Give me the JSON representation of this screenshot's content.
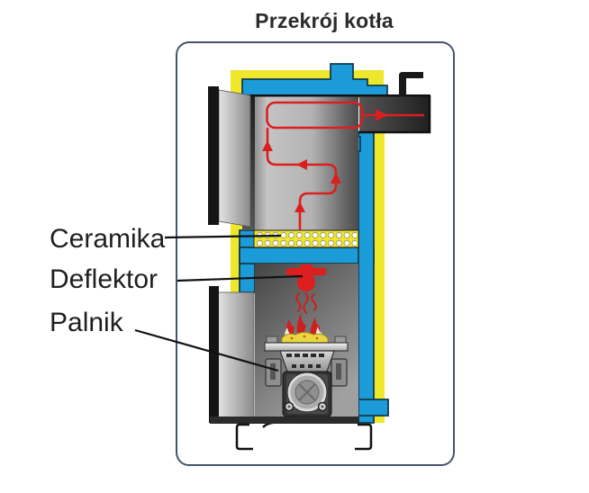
{
  "title": "Przekrój kotła",
  "labels": {
    "ceramic": "Ceramika",
    "deflector": "Deflektor",
    "burner": "Palnik"
  },
  "colors": {
    "water_jacket_blue": "#1B9BD8",
    "insulation_yellow": "#EFE72B",
    "flue_red": "#DC1E1E",
    "flame_red": "#CE1F1F",
    "frame_border": "#44546A",
    "label_text": "#1F1F1F"
  }
}
